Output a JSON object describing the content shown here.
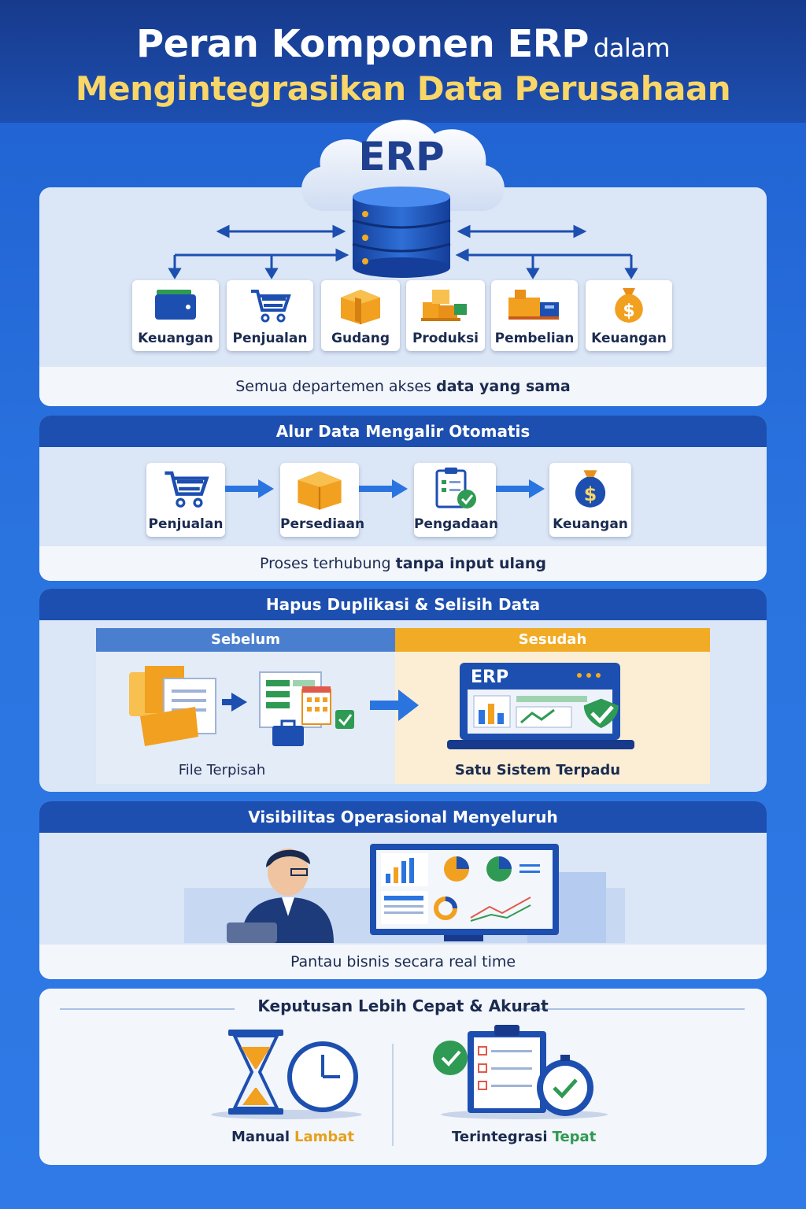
{
  "header": {
    "title_main": "Peran Komponen ERP",
    "title_small": "dalam",
    "subtitle": "Mengintegrasikan Data Perusahaan"
  },
  "hub": {
    "label": "ERP",
    "departments": [
      "Keuangan",
      "Penjualan",
      "Gudang",
      "Produksi",
      "Pembelian",
      "Keuangan"
    ],
    "footer_prefix": "Semua departemen akses",
    "footer_bold": "data yang sama"
  },
  "flow": {
    "title": "Alur Data Mengalir Otomatis",
    "steps": [
      "Penjualan",
      "Persediaan",
      "Pengadaan",
      "Keuangan"
    ],
    "footer_prefix": "Proses terhubung",
    "footer_bold": "tanpa input ulang"
  },
  "dedup": {
    "title": "Hapus Duplikasi & Selisih Data",
    "before_label": "Sebelum",
    "after_label": "Sesudah",
    "before_caption": "File Terpisah",
    "after_caption": "Satu Sistem Terpadu",
    "screen_label": "ERP"
  },
  "visibility": {
    "title": "Visibilitas Operasional Menyeluruh",
    "footer": "Pantau bisnis secara real time"
  },
  "decision": {
    "title": "Keputusan Lebih Cepat & Akurat",
    "left_a": "Manual",
    "left_b": "Lambat",
    "right_a": "Terintegrasi",
    "right_b": "Tepat"
  },
  "colors": {
    "navy": "#1d4fb0",
    "gold": "#f8d667",
    "orange": "#f2ab25",
    "green": "#2f9a53"
  }
}
